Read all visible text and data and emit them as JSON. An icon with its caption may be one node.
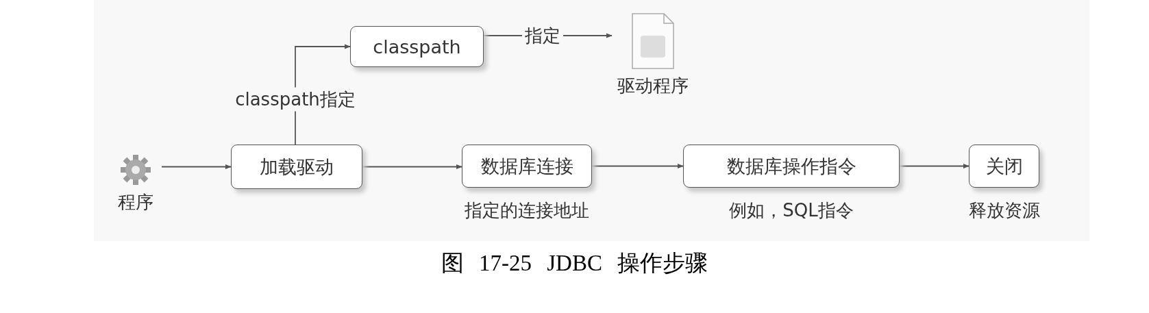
{
  "diagram": {
    "caption": "图 17-25 JDBC 操作步骤",
    "nodes": [
      {
        "text": [
          "程序"
        ]
      },
      {
        "text": [
          "加载驱动"
        ]
      },
      {
        "text": [
          "classpath"
        ]
      },
      {
        "text": [
          "驱动程序"
        ]
      },
      {
        "text": [
          "数据库连接"
        ],
        "beside": [
          "指定的连接地址"
        ]
      },
      {
        "text": [
          "数据库操作指令"
        ],
        "beside": [
          "例如，SQL指令"
        ]
      },
      {
        "text": [
          "关闭"
        ],
        "beside": [
          "释放资源"
        ]
      }
    ],
    "edges": [
      {
        "from": 0,
        "to": 1,
        "arrow": "to"
      },
      {
        "from": 1,
        "to": 2,
        "arrow": "to",
        "label": "classpath指定"
      },
      {
        "from": 2,
        "to": 3,
        "arrow": "to",
        "label": "指定"
      },
      {
        "from": 1,
        "to": 4,
        "arrow": "to"
      },
      {
        "from": 4,
        "to": 5,
        "arrow": "to"
      },
      {
        "from": 5,
        "to": 6,
        "arrow": "to"
      }
    ]
  }
}
